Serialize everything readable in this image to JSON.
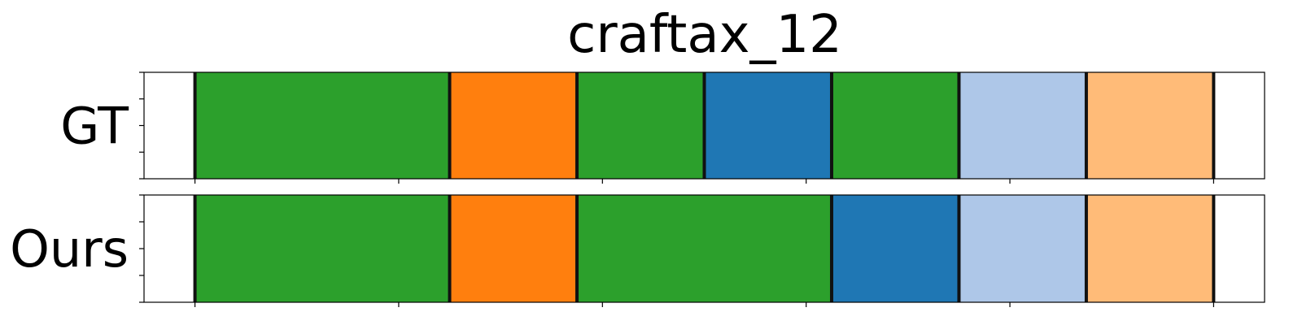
{
  "chart_data": {
    "type": "segmentation-timeline",
    "title": "craftax_12",
    "xlim": [
      0,
      11
    ],
    "x_ticks": [
      0.5,
      2.5,
      4.5,
      6.5,
      8.5,
      10.5
    ],
    "x_tick_labels": [
      "",
      "",
      "",
      "",
      "",
      ""
    ],
    "y_ticks_per_row": 5,
    "grid": false,
    "rows": [
      {
        "label": "GT",
        "segments": [
          {
            "start": 0,
            "end": 0.5,
            "color": "#ffffff"
          },
          {
            "start": 0.5,
            "end": 3.0,
            "color": "#2ca02c"
          },
          {
            "start": 3.0,
            "end": 4.25,
            "color": "#ff7f0e"
          },
          {
            "start": 4.25,
            "end": 5.5,
            "color": "#2ca02c"
          },
          {
            "start": 5.5,
            "end": 6.75,
            "color": "#1f77b4"
          },
          {
            "start": 6.75,
            "end": 8.0,
            "color": "#2ca02c"
          },
          {
            "start": 8.0,
            "end": 9.25,
            "color": "#aec7e8"
          },
          {
            "start": 9.25,
            "end": 10.5,
            "color": "#ffbb78"
          },
          {
            "start": 10.5,
            "end": 11.0,
            "color": "#ffffff"
          }
        ],
        "boundaries": [
          0.5,
          3.0,
          4.25,
          5.5,
          6.75,
          8.0,
          9.25,
          10.5
        ]
      },
      {
        "label": "Ours",
        "segments": [
          {
            "start": 0,
            "end": 0.5,
            "color": "#ffffff"
          },
          {
            "start": 0.5,
            "end": 3.0,
            "color": "#2ca02c"
          },
          {
            "start": 3.0,
            "end": 4.25,
            "color": "#ff7f0e"
          },
          {
            "start": 4.25,
            "end": 6.75,
            "color": "#2ca02c"
          },
          {
            "start": 6.75,
            "end": 8.0,
            "color": "#1f77b4"
          },
          {
            "start": 8.0,
            "end": 9.25,
            "color": "#aec7e8"
          },
          {
            "start": 9.25,
            "end": 10.5,
            "color": "#ffbb78"
          },
          {
            "start": 10.5,
            "end": 11.0,
            "color": "#ffffff"
          }
        ],
        "boundaries": [
          0.5,
          3.0,
          4.25,
          6.75,
          8.0,
          9.25,
          10.5
        ]
      }
    ]
  }
}
